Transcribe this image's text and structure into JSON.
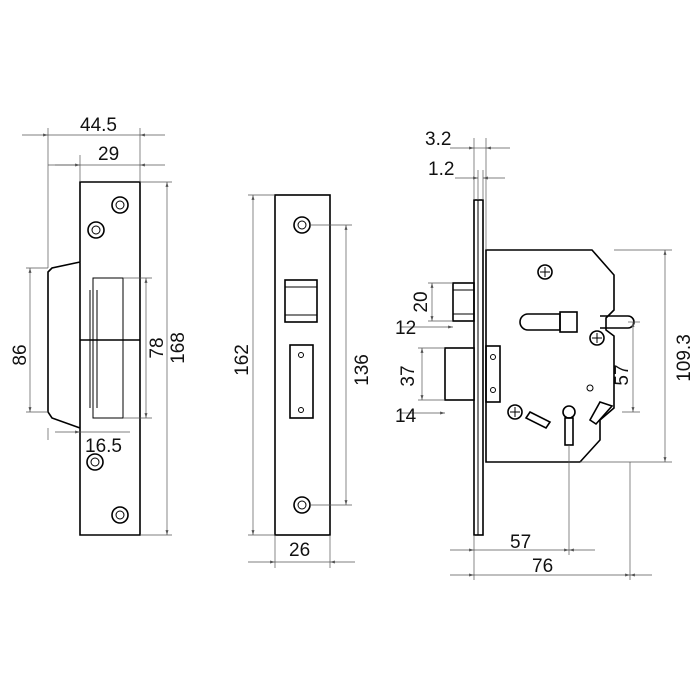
{
  "labels": {
    "strike_total_width": "44.5",
    "strike_inner_width": "29",
    "strike_lip_height": "86",
    "strike_inner_height": "78",
    "strike_total_height": "168",
    "strike_offset": "16.5",
    "forend_height": "162",
    "forend_hole_spacing": "136",
    "forend_width": "26",
    "case_forend_thickness": "3.2",
    "case_gap": "1.2",
    "latch_height": "20",
    "latch_offset": "12",
    "bolt_height": "37",
    "bolt_offset": "14",
    "case_height": "109.3",
    "centres": "57",
    "backset": "57",
    "case_depth": "76"
  }
}
